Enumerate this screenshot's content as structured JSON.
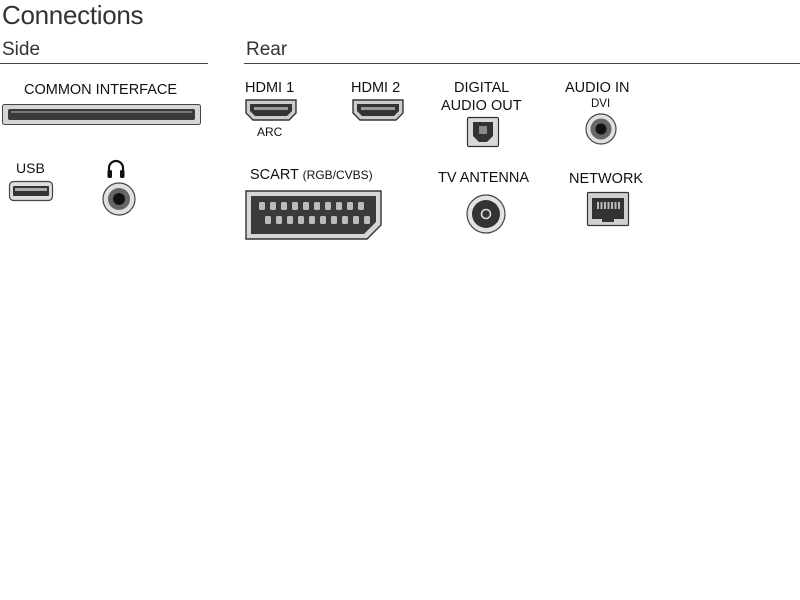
{
  "title": "Connections",
  "sections": {
    "side": "Side",
    "rear": "Rear"
  },
  "side": {
    "common_interface": "COMMON INTERFACE",
    "usb": "USB"
  },
  "rear": {
    "hdmi1": "HDMI 1",
    "hdmi1_sub": "ARC",
    "hdmi2": "HDMI 2",
    "digital_audio_line1": "DIGITAL",
    "digital_audio_line2": "AUDIO OUT",
    "audio_in": "AUDIO IN",
    "audio_in_sub": "DVI",
    "scart": "SCART",
    "scart_sub": "(RGB/CVBS)",
    "tv_antenna": "TV ANTENNA",
    "network": "NETWORK"
  },
  "icons": {
    "headphone": "headphone-icon",
    "hdmi": "hdmi-port-icon",
    "optical": "optical-port-icon",
    "jack": "audio-jack-icon",
    "scart": "scart-port-icon",
    "coax": "coax-port-icon",
    "rj45": "ethernet-port-icon",
    "usb": "usb-port-icon",
    "ci": "ci-slot-icon"
  },
  "colors": {
    "port_dark": "#333333",
    "port_light": "#cccccc",
    "text": "#111111"
  }
}
